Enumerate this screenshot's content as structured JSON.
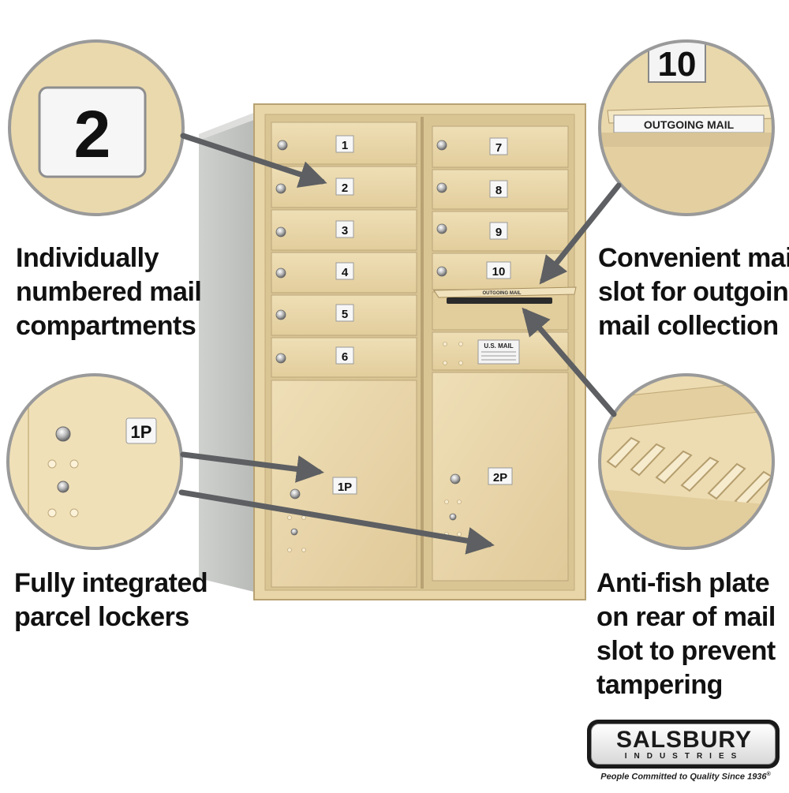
{
  "features": {
    "compartments": [
      "Individually",
      "numbered mail",
      "compartments"
    ],
    "outgoing": [
      "Convenient mail",
      "slot for outgoing",
      "mail collection"
    ],
    "parcel": [
      "Fully integrated",
      "parcel lockers"
    ],
    "antifish": [
      "Anti-fish plate",
      "on rear of mail",
      "slot to prevent",
      "tampering"
    ]
  },
  "doors_left": [
    "1",
    "2",
    "3",
    "4",
    "5",
    "6"
  ],
  "doors_right": [
    "7",
    "8",
    "9",
    "10"
  ],
  "parcel_labels": [
    "1P",
    "2P"
  ],
  "slot_label": "OUTGOING MAIL",
  "us_mail_label": "U.S. MAIL",
  "zoom": {
    "number": "2",
    "top_number": "10",
    "outgoing": "OUTGOING MAIL",
    "parcel": "1P"
  },
  "logo": {
    "name": "SALSBURY",
    "sub": "INDUSTRIES",
    "tagline": "People Committed to Quality Since 1936",
    "registered": "®"
  },
  "colors": {
    "sand": "#e6d3a4",
    "sand_light": "#efdfb6",
    "sand_dark": "#b8a273",
    "frame_gray": "#c7c9c7",
    "arrow": "#5d5f62"
  }
}
